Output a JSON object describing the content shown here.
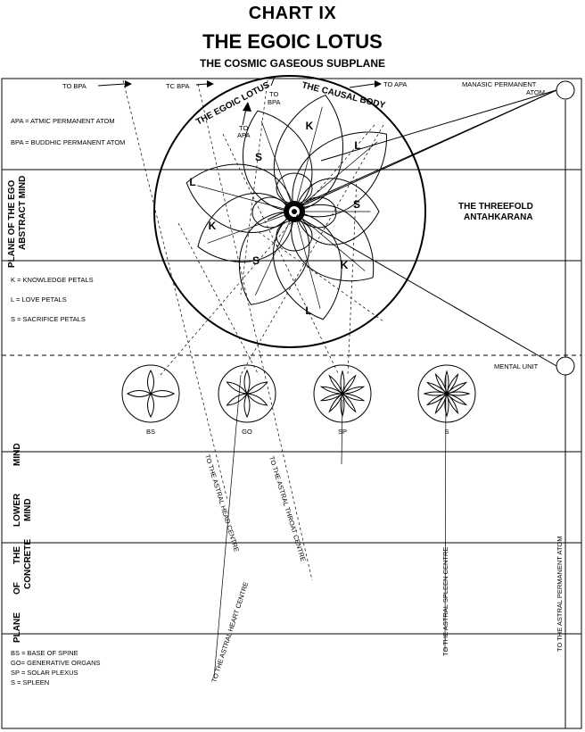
{
  "header": {
    "chart_number": "CHART IX",
    "title": "THE EGOIC LOTUS",
    "subtitle": "THE COSMIC GASEOUS SUBPLANE"
  },
  "top_labels": {
    "to_bpa_left": "TO BPA",
    "to_bpa_mid": "TC BPA",
    "egoic_lotus": "THE EGOIC LOTUS",
    "causal_body": "THE CAUSAL BODY",
    "to_apa_right": "TO APA",
    "to_apa_small_1": "TO",
    "to_apa_small_2": "APA",
    "to_bpa_small_1": "TO",
    "to_bpa_small_2": "BPA"
  },
  "right_labels": {
    "manasic_atom_1": "MANASIC PERMANENT",
    "manasic_atom_2": "ATOM",
    "antahkarana_1": "THE THREEFOLD",
    "antahkarana_2": "ANTAHKARANA",
    "mental_unit": "MENTAL UNIT"
  },
  "left_legend": {
    "apa": "APA = ATMIC PERMANENT ATOM",
    "bpa": "BPA = BUDDHIC PERMANENT ATOM",
    "k": "K = KNOWLEDGE PETALS",
    "l": "L = LOVE PETALS",
    "s": "S = SACRIFICE PETALS"
  },
  "plane_labels": {
    "ego_1": "PLANE OF THE EGO",
    "ego_2": "ABSTRACT MIND",
    "lower_mind": [
      "MIND",
      "LOWER",
      "THE",
      "OF",
      "PLANE"
    ],
    "lower_mind_2": [
      "MIND",
      "CONCRETE"
    ]
  },
  "petals": [
    {
      "letter": "K"
    },
    {
      "letter": "L"
    },
    {
      "letter": "S"
    },
    {
      "letter": "L"
    },
    {
      "letter": "K"
    },
    {
      "letter": "S"
    },
    {
      "letter": "S"
    },
    {
      "letter": "K"
    },
    {
      "letter": "L"
    }
  ],
  "centres": [
    {
      "label": "BS"
    },
    {
      "label": "GO"
    },
    {
      "label": "SP"
    },
    {
      "label": "S"
    }
  ],
  "astral_labels": {
    "head": "TO THE ASTRAL HEAD CENTRE",
    "throat": "TO THE ASTRAL THROAT CENTRE",
    "heart": "TO THE ASTRAL HEART CENTRE",
    "spleen": "TO THE ASTRAL SPLEEN CENTRE",
    "atom": "TO THE ASTRAL PERMANENT ATOM"
  },
  "bottom_legend": {
    "bs": "BS = BASE OF SPINE",
    "go": "GO= GENERATIVE ORGANS",
    "sp": "SP = SOLAR PLEXUS",
    "s": "S = SPLEEN"
  }
}
